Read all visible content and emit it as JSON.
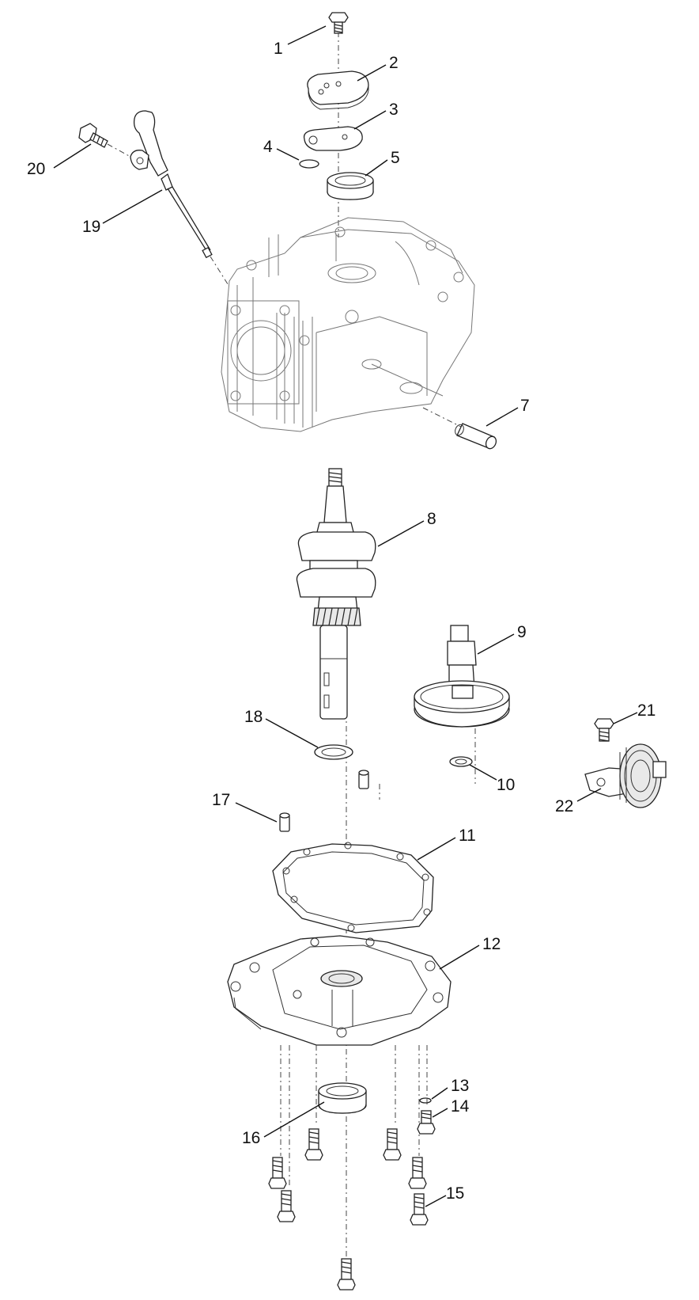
{
  "callouts": [
    "1",
    "2",
    "3",
    "4",
    "5",
    "7",
    "8",
    "9",
    "10",
    "11",
    "12",
    "13",
    "14",
    "15",
    "16",
    "17",
    "18",
    "19",
    "20",
    "21",
    "22"
  ]
}
